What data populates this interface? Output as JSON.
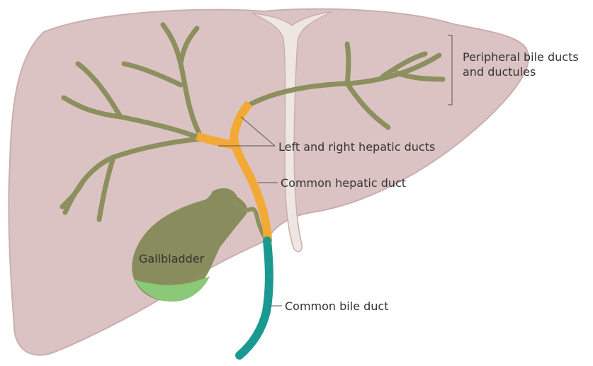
{
  "labels": {
    "peripheral_line1": "Peripheral bile ducts",
    "peripheral_line2": "and ductules",
    "hepatic_ducts": "Left and right hepatic ducts",
    "common_hepatic": "Common hepatic duct",
    "gallbladder": "Gallbladder",
    "common_bile_duct": "Common bile duct"
  },
  "colors": {
    "liver": "#dcc3c3",
    "liver_outline": "#c9aeae",
    "ligament": "#eee6e0",
    "peripheral_ducts": "#8c8f5e",
    "hepatic_ducts": "#f3a935",
    "common_bile_duct": "#1a9990",
    "gallbladder": "#848a57",
    "gallbladder_fundus": "#8bc878",
    "leader_lines": "#555555"
  }
}
